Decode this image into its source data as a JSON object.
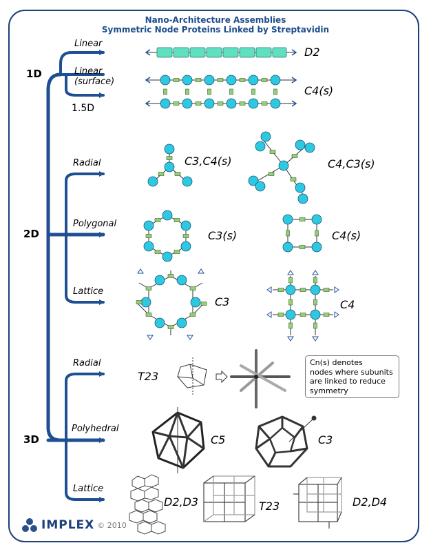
{
  "title": {
    "line1": "Nano-Architecture Assemblies",
    "line2": "Symmetric Node Proteins Linked by Streptavidin"
  },
  "dimensions": {
    "d1": "1D",
    "d1_5": "1.5D",
    "d2": "2D",
    "d3": "3D"
  },
  "categories": {
    "linear": "Linear",
    "linear_surface_1": "Linear",
    "linear_surface_2": "(surface)",
    "radial_2d": "Radial",
    "polygonal": "Polygonal",
    "lattice_2d": "Lattice",
    "radial_3d": "Radial",
    "polyhedral": "Polyhedral",
    "lattice_3d": "Lattice"
  },
  "symmetries": {
    "linear": "D2",
    "linear_surface": "C4(s)",
    "radial_a": "C3,C4(s)",
    "radial_b": "C4,C3(s)",
    "polygonal_a": "C3(s)",
    "polygonal_b": "C4(s)",
    "lattice_a": "C3",
    "lattice_b": "C4",
    "radial_3d": "T23",
    "polyhedral_a": "C5",
    "polyhedral_b": "C3",
    "lattice_3d_a": "D2,D3",
    "lattice_3d_b": "T23",
    "lattice_3d_c": "D2,D4"
  },
  "note": {
    "line1": "Cn(s) denotes",
    "line2": "nodes where subunits",
    "line3": "are linked to reduce",
    "line4": "symmetry"
  },
  "logo": {
    "name": "IMPLEX",
    "copyright": "© 2010"
  },
  "colors": {
    "frame": "#1d3f7a",
    "arrow": "#1f4f93",
    "node": "#2ec8e0",
    "linker": "#8fd46a",
    "chain": "#5fe0c0"
  }
}
